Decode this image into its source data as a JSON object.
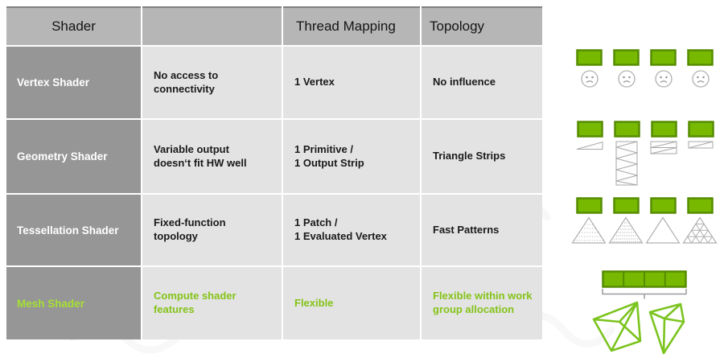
{
  "table": {
    "headers": [
      "Shader",
      "",
      "Thread Mapping",
      "Topology"
    ],
    "rows": [
      {
        "shader": "Vertex Shader",
        "description": "No access to\nconnectivity",
        "thread_mapping": "1 Vertex",
        "topology": "No influence",
        "highlight": false
      },
      {
        "shader": "Geometry Shader",
        "description": "Variable output\ndoesn‘t fit HW well",
        "thread_mapping": "1 Primitive /\n1 Output Strip",
        "topology": "Triangle Strips",
        "highlight": false
      },
      {
        "shader": "Tessellation Shader",
        "description": "Fixed-function\ntopology",
        "thread_mapping": "1 Patch /\n1 Evaluated Vertex",
        "topology": "Fast Patterns",
        "highlight": false
      },
      {
        "shader": "Mesh Shader",
        "description": "Compute shader\nfeatures",
        "thread_mapping": "Flexible",
        "topology": "Flexible within work\ngroup allocation",
        "highlight": true
      }
    ]
  },
  "diagrams": {
    "vertex_row": {
      "thread_blocks": 4,
      "below_each": "sad-face-icon"
    },
    "geometry_row": {
      "thread_blocks": 4,
      "below_each": [
        "triangle-strip-short",
        "triangle-strip-tall",
        "triangle-strip-medium",
        "triangle-strip-thin"
      ]
    },
    "tessellation_row": {
      "thread_blocks": 4,
      "below_each": [
        "triangle-dense-tessellated",
        "triangle-dense-tessellated",
        "triangle-plain",
        "triangle-subdivided"
      ]
    },
    "mesh_row": {
      "bar_segments": 4,
      "meshlets": 2,
      "connector": "brace"
    }
  },
  "colors": {
    "nvidia_green": "#76b900",
    "green_border": "#568c00",
    "wire_green": "#7cc41f",
    "header_bg": "#b6b6b6",
    "shader_col_bg": "#969696",
    "cell_bg": "#e3e3e3",
    "mesh_label_green": "#a6e034",
    "mesh_cell_green": "#84c318",
    "body_text": "#1a1a1a",
    "gray_outline": "#a8a8a8"
  }
}
